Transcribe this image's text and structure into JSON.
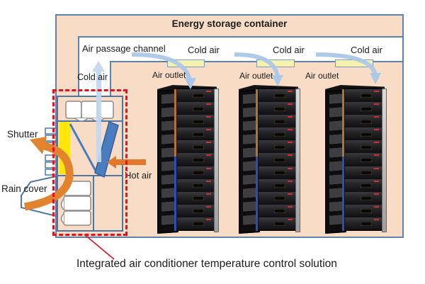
{
  "title": "Energy storage container",
  "labels": {
    "air_passage_channel": "Air passage channel",
    "cold_air_duct": "Cold air",
    "cold_air": [
      "Cold air",
      "Cold air",
      "Cold air"
    ],
    "air_outlet": [
      "Air outlet",
      "Air outlet",
      "Air outlet"
    ],
    "hot_air": "Hot air",
    "shutter": "Shutter",
    "rain_cover": "Rain cover",
    "caption": "Integrated air conditioner temperature control solution"
  },
  "racks": {
    "count": 3,
    "modules_per_rack": 11
  },
  "colors": {
    "container_fill": "#f9dcc5",
    "line_blue": "#5e82a8",
    "box_blue": "#4f76a0",
    "outlet_yellow": "#f5f1ae",
    "shutter_yellow": "#ffe60a",
    "cold_blue": "#abc8e8",
    "cold_shaft": "#c3d6ee",
    "hot_orange": "#e2772a",
    "swoosh_orange": "#e2832f",
    "red": "#ea0f1e",
    "v_blue": "#4a7cc0",
    "v_blue_dark": "#35619b",
    "text": "#1c1c1c"
  }
}
